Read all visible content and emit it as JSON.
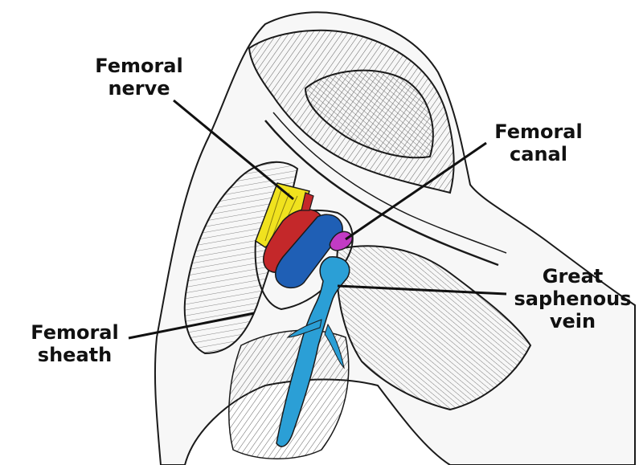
{
  "labels": {
    "femoral_nerve": [
      "Femoral",
      "nerve"
    ],
    "femoral_canal": [
      "Femoral",
      "canal"
    ],
    "great_saphenous_vein": [
      "Great",
      "saphenous",
      "vein"
    ],
    "femoral_sheath": [
      "Femoral",
      "sheath"
    ]
  },
  "colors": {
    "nerve": "#f0e21e",
    "artery": "#c4282a",
    "vein": "#1f5fb5",
    "canal": "#c23bc4",
    "saphenous": "#2b9fd6",
    "ink": "#1a1a1a",
    "background": "#ffffff"
  }
}
